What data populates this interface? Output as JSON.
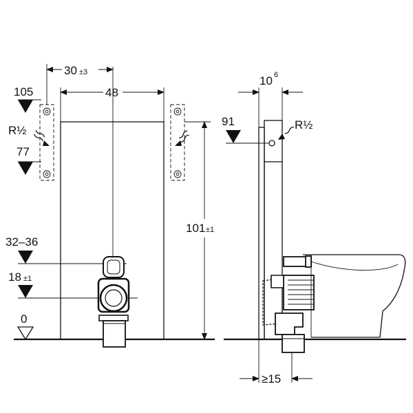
{
  "labels": {
    "top_width": "30",
    "top_width_tol": "±3",
    "panel_width": "48",
    "mark_105": "105",
    "mark_77": "77",
    "supply_left": "R½",
    "height": "101",
    "height_tol": "±1",
    "mark_32_36": "32–36",
    "mark_18": "18",
    "mark_18_tol": "±1",
    "mark_0": "0",
    "depth_base": "10",
    "depth_sup": "6",
    "mark_91": "91",
    "supply_right": "R½",
    "min_depth": "≥15"
  }
}
